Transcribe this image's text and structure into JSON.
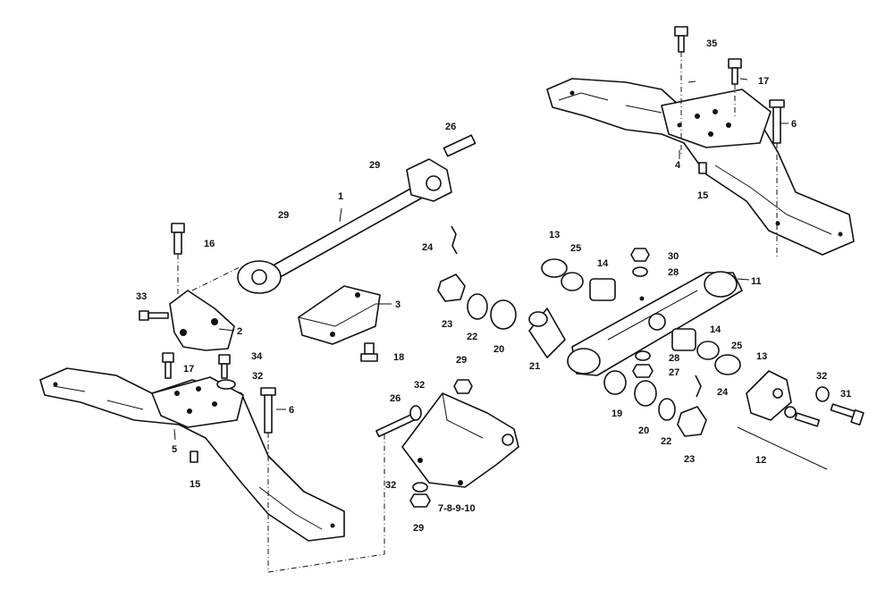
{
  "diagram": {
    "labels": [
      {
        "id": "l1",
        "text": "1"
      },
      {
        "id": "l2",
        "text": "2"
      },
      {
        "id": "l3",
        "text": "3"
      },
      {
        "id": "l4",
        "text": "4"
      },
      {
        "id": "l5",
        "text": "5"
      },
      {
        "id": "l6a",
        "text": "6"
      },
      {
        "id": "l6b",
        "text": "6"
      },
      {
        "id": "l78910",
        "text": "7-8-9-10"
      },
      {
        "id": "l11",
        "text": "11"
      },
      {
        "id": "l12",
        "text": "12"
      },
      {
        "id": "l13a",
        "text": "13"
      },
      {
        "id": "l13b",
        "text": "13"
      },
      {
        "id": "l14a",
        "text": "14"
      },
      {
        "id": "l14b",
        "text": "14"
      },
      {
        "id": "l15a",
        "text": "15"
      },
      {
        "id": "l15b",
        "text": "15"
      },
      {
        "id": "l16",
        "text": "16"
      },
      {
        "id": "l17a",
        "text": "17"
      },
      {
        "id": "l17b",
        "text": "17"
      },
      {
        "id": "l18",
        "text": "18"
      },
      {
        "id": "l19",
        "text": "19"
      },
      {
        "id": "l20a",
        "text": "20"
      },
      {
        "id": "l20b",
        "text": "20"
      },
      {
        "id": "l21",
        "text": "21"
      },
      {
        "id": "l22a",
        "text": "22"
      },
      {
        "id": "l22b",
        "text": "22"
      },
      {
        "id": "l23a",
        "text": "23"
      },
      {
        "id": "l23b",
        "text": "23"
      },
      {
        "id": "l24a",
        "text": "24"
      },
      {
        "id": "l24b",
        "text": "24"
      },
      {
        "id": "l25a",
        "text": "25"
      },
      {
        "id": "l25b",
        "text": "25"
      },
      {
        "id": "l26a",
        "text": "26"
      },
      {
        "id": "l26b",
        "text": "26"
      },
      {
        "id": "l27",
        "text": "27"
      },
      {
        "id": "l28a",
        "text": "28"
      },
      {
        "id": "l28b",
        "text": "28"
      },
      {
        "id": "l29a",
        "text": "29"
      },
      {
        "id": "l29b",
        "text": "29"
      },
      {
        "id": "l29c",
        "text": "29"
      },
      {
        "id": "l29d",
        "text": "29"
      },
      {
        "id": "l30",
        "text": "30"
      },
      {
        "id": "l31",
        "text": "31"
      },
      {
        "id": "l32a",
        "text": "32"
      },
      {
        "id": "l32b",
        "text": "32"
      },
      {
        "id": "l32c",
        "text": "32"
      },
      {
        "id": "l32d",
        "text": "32"
      },
      {
        "id": "l33",
        "text": "33"
      },
      {
        "id": "l34",
        "text": "34"
      },
      {
        "id": "l35",
        "text": "35"
      }
    ]
  }
}
